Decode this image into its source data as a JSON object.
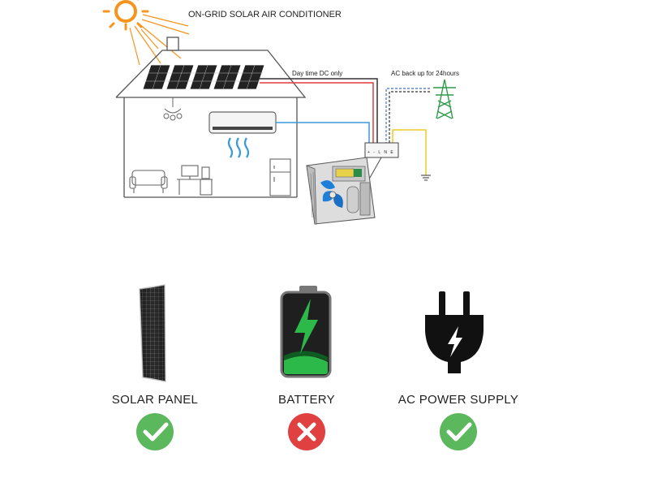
{
  "diagram": {
    "title": "ON-GRID SOLAR AIR CONDITIONER",
    "dc_line_label": "Day time DC only",
    "ac_line_label": "AC back up for 24hours",
    "terminal_label": "+ - L N E"
  },
  "sources": [
    {
      "label": "SOLAR PANEL",
      "icon": "solar-panel-icon",
      "supported": true,
      "status_icon": "check-circle-icon"
    },
    {
      "label": "BATTERY",
      "icon": "battery-icon",
      "supported": false,
      "status_icon": "x-circle-icon"
    },
    {
      "label": "AC POWER SUPPLY",
      "icon": "power-plug-icon",
      "supported": true,
      "status_icon": "check-circle-icon"
    }
  ],
  "colors": {
    "dc_positive_wire": "#e23b3b",
    "dc_negative_wire": "#333333",
    "ac_line_wire": "#3a6fd8",
    "ac_neutral_wire": "#333333",
    "earth_wire": "#e8c200",
    "indoor_unit_pipe": "#3a9ad9",
    "sun": "#f7941d",
    "battery_charge": "#2db84a",
    "check_green": "#5cb85c",
    "cross_red": "#e0403f"
  }
}
